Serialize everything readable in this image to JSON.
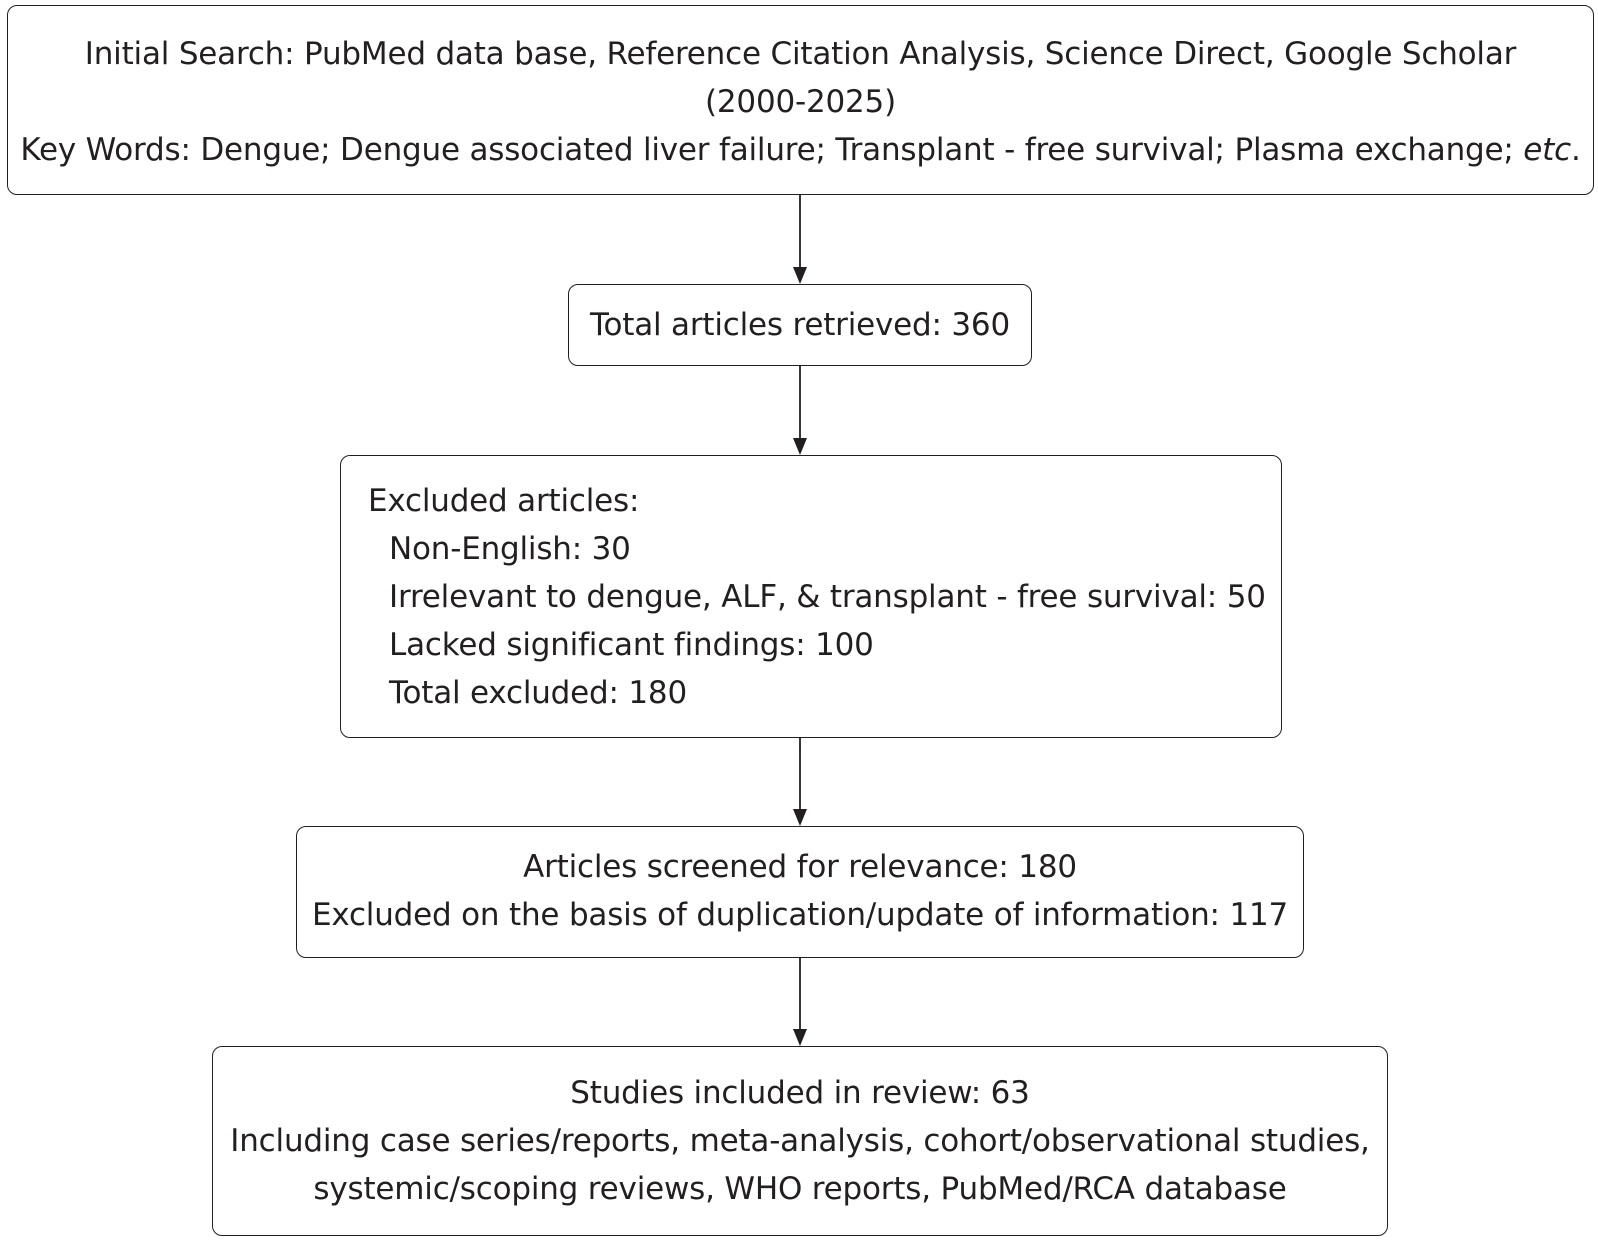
{
  "search": {
    "line1": "Initial Search: PubMed data base, Reference Citation Analysis, Science Direct, Google Scholar",
    "line2": "(2000-2025)",
    "line3_main": "Key Words: Dengue; Dengue associated liver failure; Transplant - free survival; Plasma exchange; ",
    "line3_italic": "etc",
    "line3_end": "."
  },
  "retrieved": {
    "text": "Total articles retrieved: 360"
  },
  "excluded": {
    "heading": "Excluded articles:",
    "items": [
      "Non-English: 30",
      "Irrelevant to dengue, ALF, & transplant - free survival: 50",
      "Lacked significant findings: 100",
      "Total excluded: 180"
    ]
  },
  "screened": {
    "line1": "Articles screened for relevance: 180",
    "line2": "Excluded on the basis of duplication/update of information: 117"
  },
  "included": {
    "line1": "Studies included in review: 63",
    "line2": "Including case series/reports, meta-analysis, cohort/observational studies,",
    "line3": "systemic/scoping reviews, WHO reports, PubMed/RCA database"
  }
}
